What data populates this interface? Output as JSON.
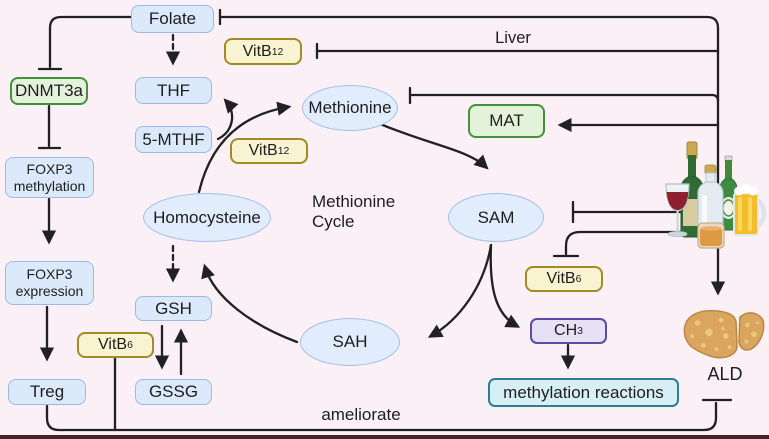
{
  "colors": {
    "background": "#faf0f5",
    "node_blue_fill": "#dce9fb",
    "node_blue_border": "#9cb9e8",
    "enzyme_green_fill": "#e3f3da",
    "enzyme_green_border": "#43913a",
    "vitamin_yellow_fill": "#f8f3d0",
    "vitamin_yellow_border": "#a18b28",
    "ch3_purple_fill": "#e7e1f6",
    "ch3_purple_border": "#5c4aa8",
    "reactions_teal_fill": "#d8eef5",
    "reactions_teal_border": "#2e7f8e",
    "line": "#212121"
  },
  "nodes": {
    "folate": "Folate",
    "thf": "THF",
    "five_mthf": "5-MTHF",
    "dnmt3a": "DNMT3a",
    "foxp3_methylation_line1": "FOXP3",
    "foxp3_methylation_line2": "methylation",
    "foxp3_expression_line1": "FOXP3",
    "foxp3_expression_line2": "expression",
    "treg": "Treg",
    "gsh": "GSH",
    "gssg": "GSSG",
    "homocysteine": "Homocysteine",
    "methionine": "Methionine",
    "sam": "SAM",
    "sah": "SAH",
    "mat": "MAT",
    "vitb12": {
      "base": "VitB",
      "sub": "12"
    },
    "vitb6": {
      "base": "VitB",
      "sub": "6"
    },
    "ch3": {
      "base": "CH",
      "sub": "3"
    },
    "methylation_reactions": "methylation reactions"
  },
  "labels": {
    "liver": "Liver",
    "cycle_line1": "Methionine",
    "cycle_line2": "Cycle",
    "ameliorate": "ameliorate",
    "ald": "ALD"
  },
  "icons": {
    "alcohol": "alcohol-drinks-icon",
    "liver": "fatty-liver-icon"
  }
}
